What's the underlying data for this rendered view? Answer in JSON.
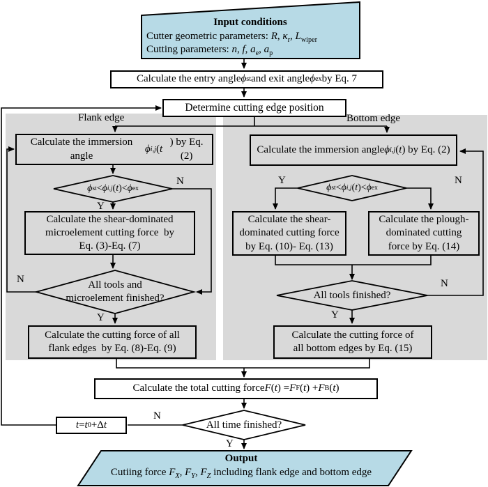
{
  "labels": {
    "yes": "Y",
    "no": "N",
    "flank_branch": "Flank edge",
    "bottom_branch": "Bottom edge"
  },
  "nodes": {
    "input": {
      "title": "Input conditions",
      "line1": "Cutter geometric parameters: <i>R</i>, <i>κ</i><sub>r</sub>, <i>L</i><sub>wiper</sub>",
      "line2": "Cutting parameters: <i>n</i>, <i>f</i>, <i>a</i><sub>e</sub>, <i>a</i><sub>p</sub>"
    },
    "entry": {
      "text": "Calculate the entry angle <i>ϕ</i><sub>st</sub> and exit angle <i>ϕ</i><sub>ex</sub> by Eq. 7"
    },
    "determine": {
      "text": "Determine cutting edge position"
    },
    "flank": {
      "immersion": "Calculate the immersion angle<br><i>ϕ</i><sub><i>i</i>,<i>j</i></sub>(<i>t</i>) by Eq. (2)",
      "condition": "<i>ϕ</i><sub>st</sub>&lt; <i>ϕ</i><sub><i>i</i>,<i>j</i></sub>(<i>t</i>)&lt; <i>ϕ</i><sub>ex</sub>",
      "shear": "Calculate the shear-dominated<br>microelement cutting force&nbsp; by<br>Eq. (3)-Eq. (7)",
      "finished": "All tools and<br>microelement finished?",
      "result": "Calculate the cutting force of all<br>flank edges&nbsp; by Eq. (8)-Eq. (9)"
    },
    "bottom": {
      "immersion": "Calculate the immersion angle<br><i>ϕ</i><sub><i>i</i>,<i>j</i></sub>(<i>t</i>) by Eq. (2)",
      "condition": "<i>ϕ</i><sub>st</sub>&lt; <i>ϕ</i><sub><i>i</i>,<i>j</i></sub>(<i>t</i>)&lt; <i>ϕ</i><sub>ex</sub>",
      "shear": "Calculate the shear-<br>dominated cutting force<br>by Eq. (10)- Eq. (13)",
      "plough": "Calculate the plough-<br>dominated cutting<br>force by Eq. (14)",
      "finished": "All tools finished?",
      "result": "Calculate the cutting force of<br>all bottom edges by Eq. (15)"
    },
    "total": {
      "text": "Calculate the total cutting force <i>F</i>(<i>t</i>) = <i>F</i><sub>F</sub>(<i>t</i>) + <i>F</i><sub>B</sub>(<i>t</i>)"
    },
    "time_check": {
      "text": "All time finished?"
    },
    "time_update": {
      "text": "<i>t</i> = <i>t</i><sub>0</sub>+Δ<i>t</i>"
    },
    "output": {
      "title": "Output",
      "line": "Cutiing force <i>F<sub>X</sub></i>, <i>F<sub>Y</sub></i>, <i>F<sub>Z</sub></i> including flank edge and bottom edge"
    }
  },
  "colors": {
    "io_fill": "#b7dae6",
    "panel_fill": "#d9d9d9",
    "box_fill": "#ffffff",
    "line": "#000000"
  }
}
